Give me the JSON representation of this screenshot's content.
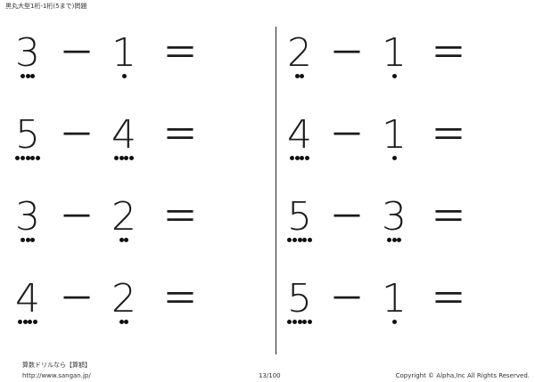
{
  "header": {
    "title": "黒丸大型1桁-1桁(5まで)問題"
  },
  "operator_minus": "－",
  "operator_equals": "＝",
  "problems": [
    {
      "a": "3",
      "a_dots": 3,
      "b": "1",
      "b_dots": 1
    },
    {
      "a": "2",
      "a_dots": 2,
      "b": "1",
      "b_dots": 1
    },
    {
      "a": "5",
      "a_dots": 5,
      "b": "4",
      "b_dots": 4
    },
    {
      "a": "4",
      "a_dots": 4,
      "b": "1",
      "b_dots": 1
    },
    {
      "a": "3",
      "a_dots": 3,
      "b": "2",
      "b_dots": 2
    },
    {
      "a": "5",
      "a_dots": 5,
      "b": "3",
      "b_dots": 3
    },
    {
      "a": "4",
      "a_dots": 4,
      "b": "2",
      "b_dots": 2
    },
    {
      "a": "5",
      "a_dots": 5,
      "b": "1",
      "b_dots": 1
    }
  ],
  "footer": {
    "brand": "算数ドリルなら【算額】",
    "url": "http://www.sangan.jp/",
    "page": "13/100",
    "copyright": "Copyright © Alpha,Inc All Rights Reserved."
  }
}
